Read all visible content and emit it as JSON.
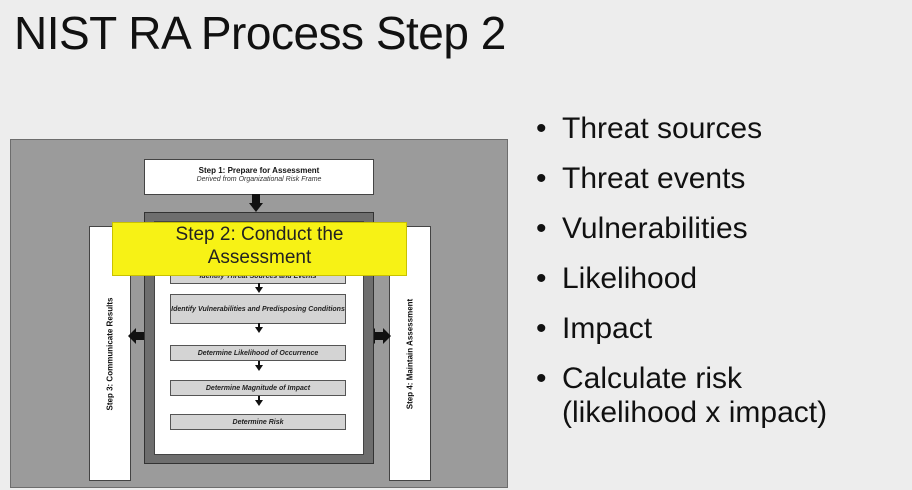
{
  "slide": {
    "title": "NIST RA Process Step 2"
  },
  "diagram": {
    "step1_title": "Step 1: Prepare for Assessment",
    "step1_subtitle": "Derived from Organizational Risk Frame",
    "step2_label_line1": "Step 2: Conduct the",
    "step2_label_line2": "Assessment",
    "step3_label": "Step 3: Communicate Results",
    "step4_label": "Step 4: Maintain Assessment",
    "tasks": [
      "Identify Threat Sources and Events",
      "Identify Vulnerabilities and Predisposing Conditions",
      "Determine Likelihood of Occurrence",
      "Determine Magnitude of Impact",
      "Determine Risk"
    ],
    "colors": {
      "highlight": "#f7f215",
      "frame": "#6e6e6e",
      "background": "#9b9b9b"
    }
  },
  "bullets": [
    {
      "line1": "Threat sources"
    },
    {
      "line1": "Threat events"
    },
    {
      "line1": "Vulnerabilities"
    },
    {
      "line1": "Likelihood"
    },
    {
      "line1": "Impact"
    },
    {
      "line1": "Calculate risk",
      "line2": "(likelihood x impact)"
    }
  ],
  "bullet_glyph": "•"
}
